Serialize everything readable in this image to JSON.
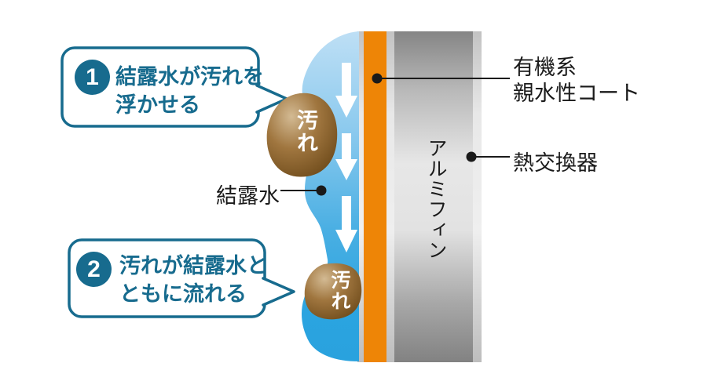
{
  "bubbles": [
    {
      "number": "1",
      "line1": "結露水が汚れを",
      "line2": "浮かせる"
    },
    {
      "number": "2",
      "line1": "汚れが結露水と",
      "line2": "ともに流れる"
    }
  ],
  "labels": {
    "condensation_water": "結露水",
    "coating_line1": "有機系",
    "coating_line2": "親水性コート",
    "heat_exchanger": "熱交換器",
    "aluminum_fin": "アルミフィン",
    "dirt_top": "汚れ",
    "dirt_bottom": "汚れ"
  },
  "icons": {
    "down_arrows": "three white downward flow arrows",
    "label_dots": "black leader-line endpoint dots"
  },
  "colors": {
    "accent_teal": "#176b8e",
    "water_blue_top": "#bedff5",
    "water_blue_bottom": "#29a2de",
    "coating_orange": "#ee8506",
    "dirt_brown_light": "#d3ba93",
    "dirt_brown_dark": "#6b4818",
    "fin_gray_dark": "#858585",
    "fin_gray_light": "#e7e7e7"
  }
}
